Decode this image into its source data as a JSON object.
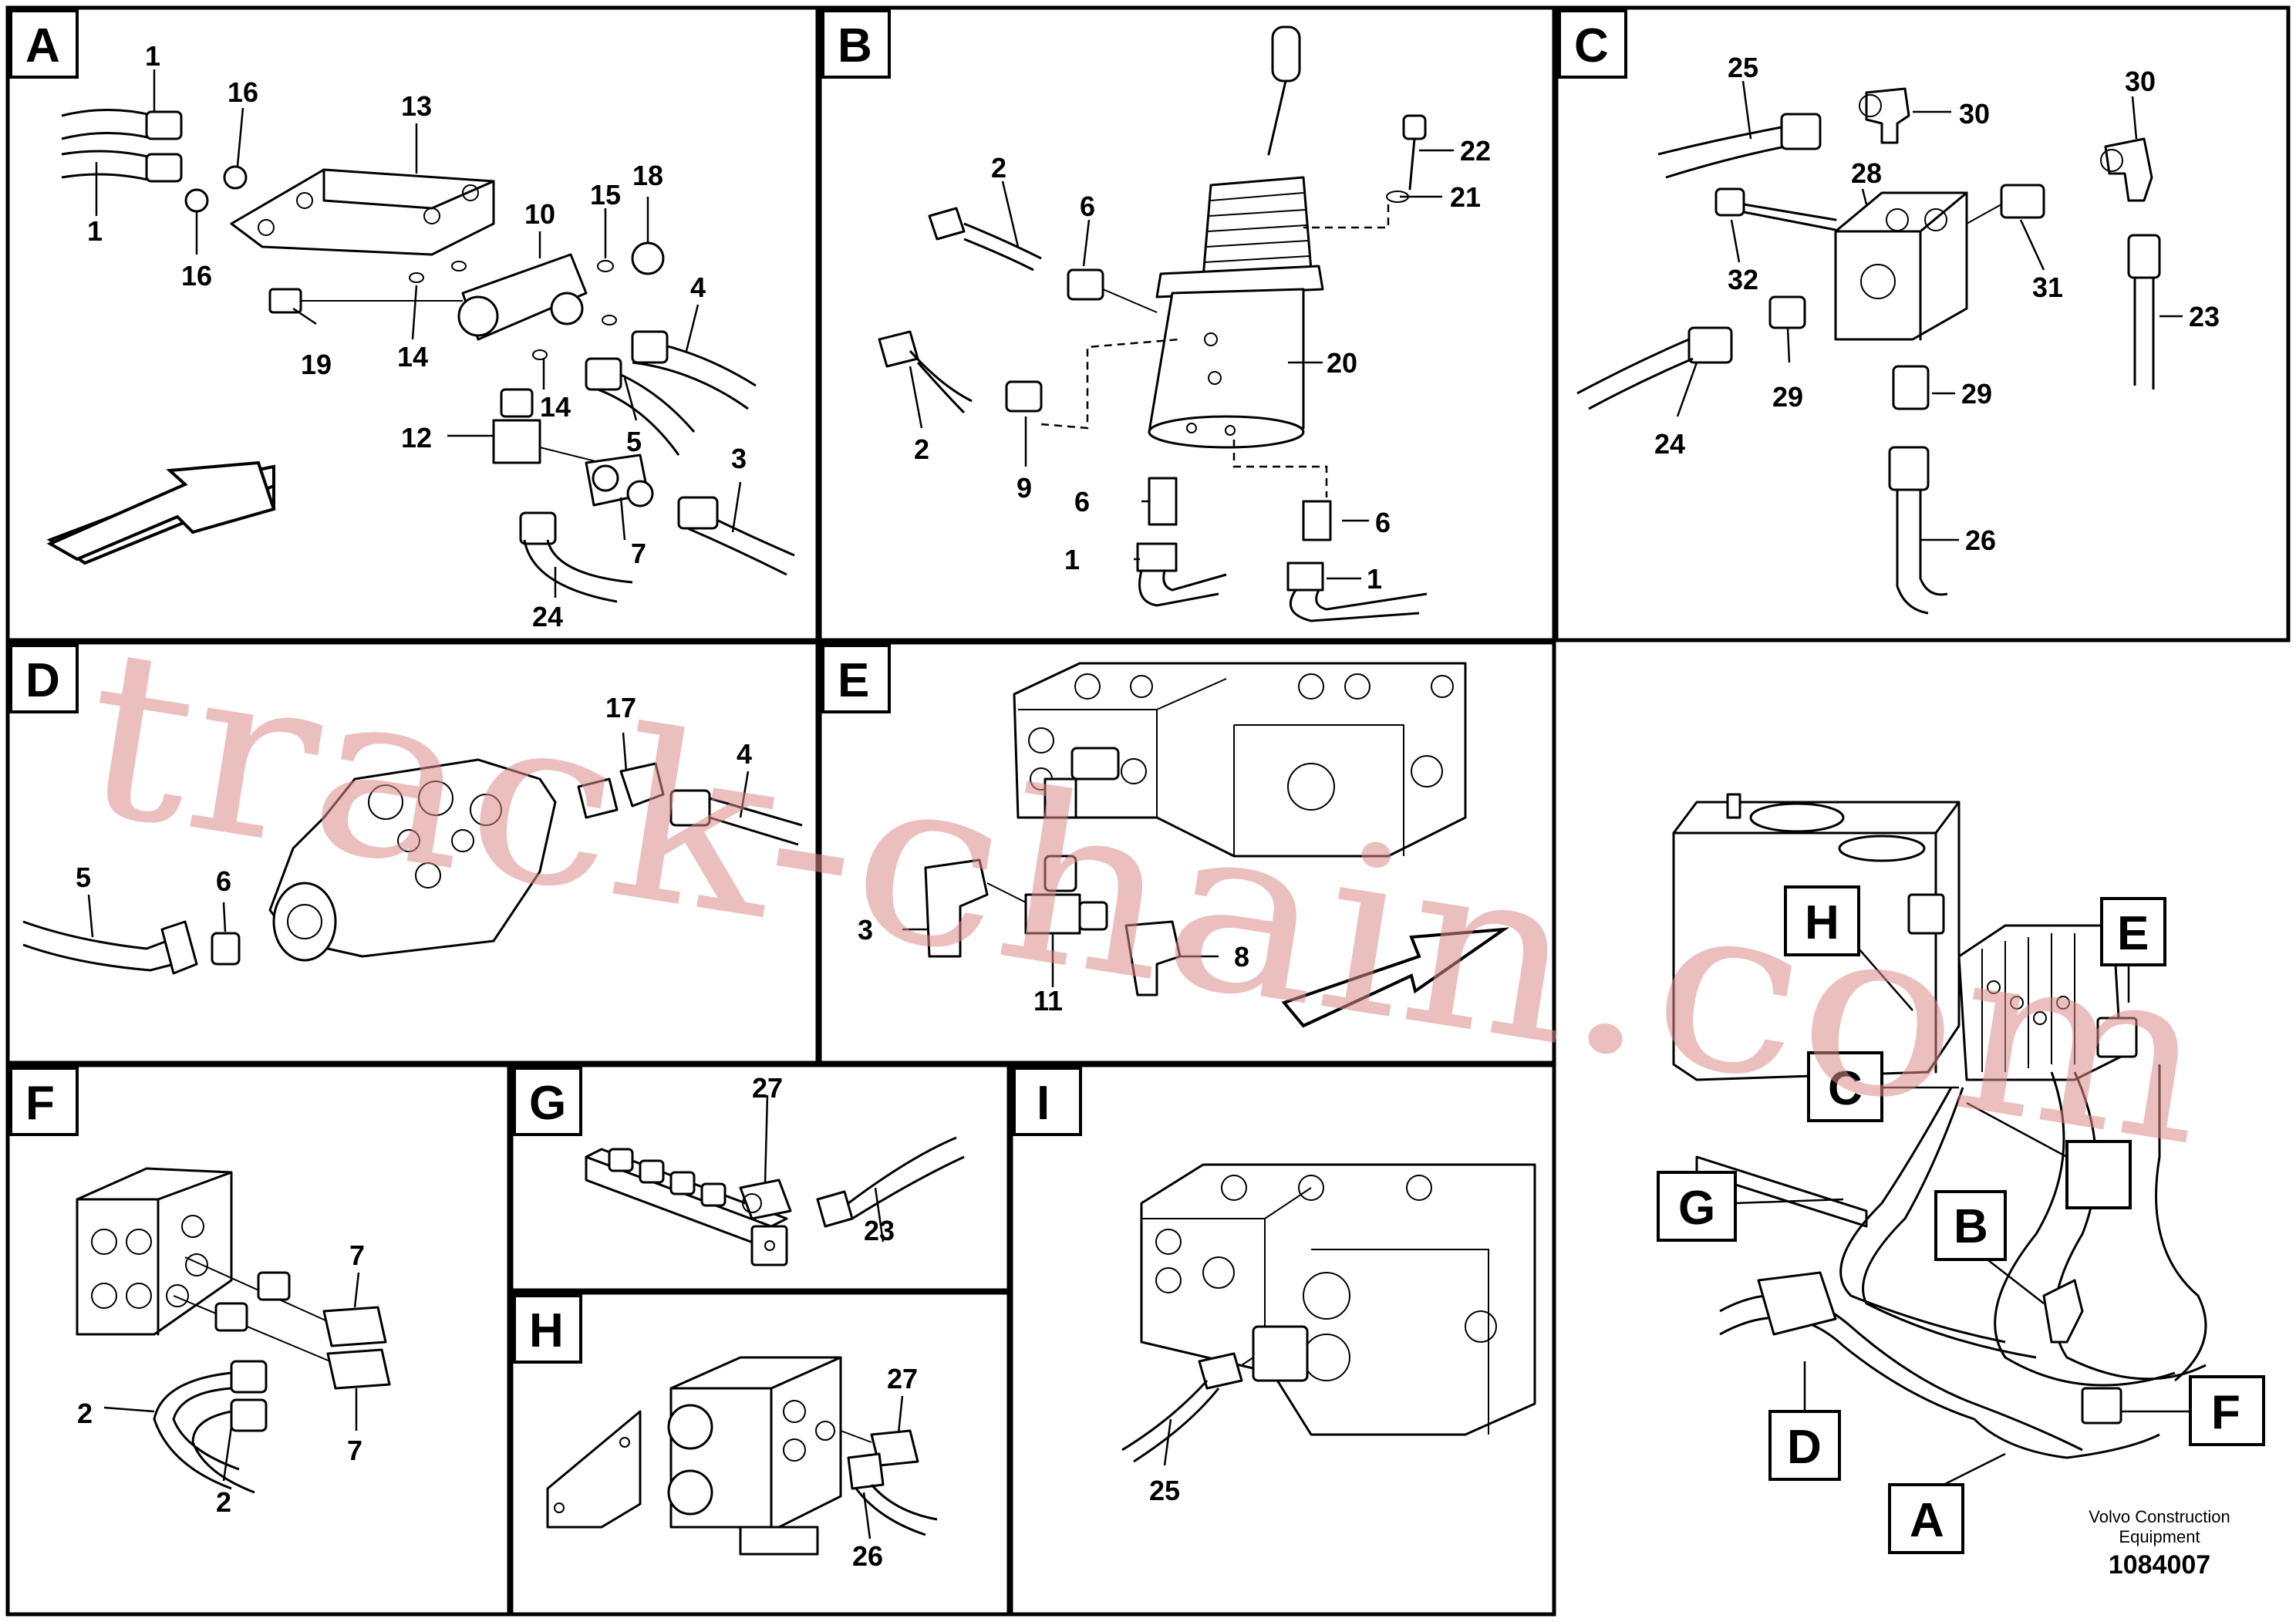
{
  "panels": {
    "A": {
      "tag": "A",
      "labels": {
        "l1a": "1",
        "l1b": "1",
        "l16a": "16",
        "l16b": "16",
        "l13": "13",
        "l10": "10",
        "l15": "15",
        "l18": "18",
        "l19": "19",
        "l14a": "14",
        "l14b": "14",
        "l4": "4",
        "l12": "12",
        "l5": "5",
        "l3": "3",
        "l7": "7",
        "l24": "24"
      }
    },
    "B": {
      "tag": "B",
      "labels": {
        "l2a": "2",
        "l6a": "6",
        "l22": "22",
        "l21": "21",
        "l2b": "2",
        "l9": "9",
        "l20": "20",
        "l6b": "6",
        "l6c": "6",
        "l1a": "1",
        "l1b": "1"
      }
    },
    "C": {
      "tag": "C",
      "labels": {
        "l25": "25",
        "l30a": "30",
        "l30b": "30",
        "l28": "28",
        "l32": "32",
        "l31": "31",
        "l23": "23",
        "l29a": "29",
        "l29b": "29",
        "l24": "24",
        "l26": "26"
      }
    },
    "D": {
      "tag": "D",
      "labels": {
        "l17": "17",
        "l4": "4",
        "l5": "5",
        "l6": "6"
      }
    },
    "E": {
      "tag": "E",
      "labels": {
        "l3": "3",
        "l11": "11",
        "l8": "8"
      }
    },
    "F": {
      "tag": "F",
      "labels": {
        "l7a": "7",
        "l7b": "7",
        "l2a": "2",
        "l2b": "2"
      }
    },
    "G": {
      "tag": "G",
      "labels": {
        "l27": "27",
        "l23": "23"
      }
    },
    "H": {
      "tag": "H",
      "labels": {
        "l27": "27",
        "l26": "26"
      }
    },
    "I": {
      "tag": "I",
      "labels": {
        "l25": "25"
      }
    }
  },
  "overview": {
    "tags": {
      "H": "H",
      "E": "E",
      "C": "C",
      "G": "G",
      "B": "B",
      "D": "D",
      "F": "F",
      "A": "A"
    },
    "manufacturer_line1": "Volvo Construction",
    "manufacturer_line2": "Equipment",
    "drawing_number": "1084007"
  },
  "watermark": "track-chain.com"
}
